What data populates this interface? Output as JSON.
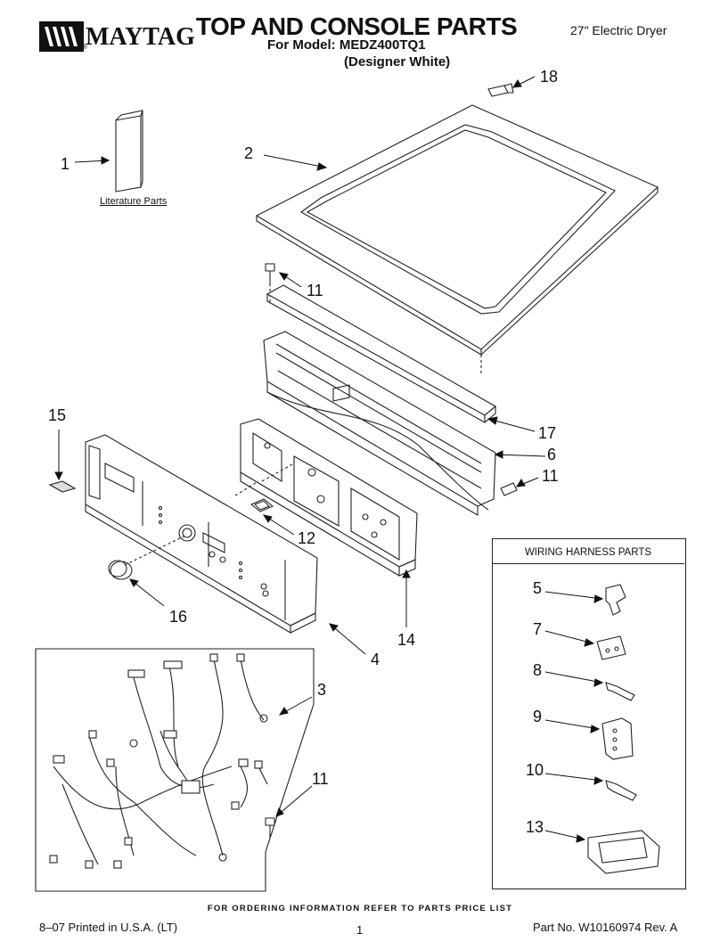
{
  "header": {
    "brand": "MAYTAG",
    "brand_reg": "®",
    "title": "TOP AND CONSOLE PARTS",
    "model_line": "For Model: MEDZ400TQ1",
    "color_line": "(Designer White)",
    "product": "27\" Electric Dryer"
  },
  "callouts": {
    "c1": "1",
    "c2": "2",
    "c3": "3",
    "c4": "4",
    "c5": "5",
    "c6": "6",
    "c7": "7",
    "c8": "8",
    "c9": "9",
    "c10": "10",
    "c11a": "11",
    "c11b": "11",
    "c11c": "11",
    "c12": "12",
    "c13": "13",
    "c14": "14",
    "c15": "15",
    "c16": "16",
    "c17": "17",
    "c18": "18"
  },
  "labels": {
    "literature": "Literature Parts",
    "harness_title": "WIRING HARNESS PARTS"
  },
  "footer": {
    "ordering_note": "FOR ORDERING INFORMATION REFER TO PARTS PRICE LIST",
    "printed": "8–07 Printed in U.S.A. (LT)",
    "page": "1",
    "part_no": "Part No. W10160974 Rev. A"
  }
}
